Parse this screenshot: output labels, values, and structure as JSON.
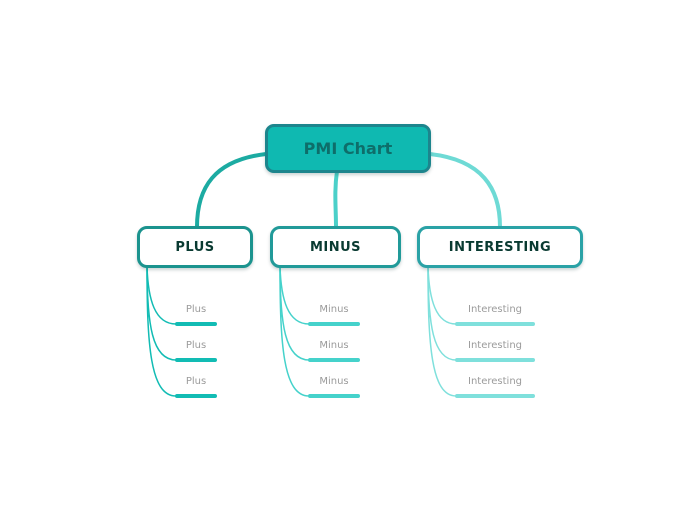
{
  "root": {
    "label": "PMI Chart"
  },
  "branches": [
    {
      "label": "PLUS",
      "leaves": [
        "Plus",
        "Plus",
        "Plus"
      ]
    },
    {
      "label": "MINUS",
      "leaves": [
        "Minus",
        "Minus",
        "Minus"
      ]
    },
    {
      "label": "INTERESTING",
      "leaves": [
        "Interesting",
        "Interesting",
        "Interesting"
      ]
    }
  ],
  "colors": {
    "background": "#ffffff",
    "root_fill": "#0fb9b1",
    "root_border": "#1d858d",
    "root_text": "#0e6e6a",
    "branch_fill": "#ffffff",
    "branch_text": "#093a31",
    "branch_border_plus": "#1b938e",
    "branch_border_minus": "#219a99",
    "branch_border_interesting": "#2aa2a6",
    "connector_plus": "#1caba2",
    "connector_minus": "#4bd0c9",
    "connector_interesting": "#6edad5",
    "leaf_plus": "#12bcb4",
    "leaf_minus": "#45d2cb",
    "leaf_interesting": "#7fe0dc",
    "leaf_text": "#9b9b9b"
  }
}
